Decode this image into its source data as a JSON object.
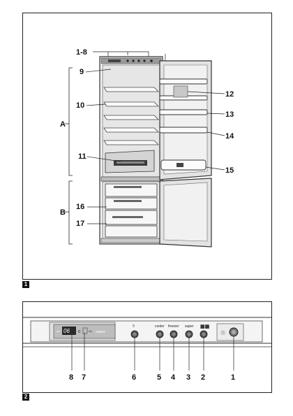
{
  "figure1": {
    "label": "1",
    "callouts": {
      "c1_8": "1-8",
      "c9": "9",
      "c10": "10",
      "c11": "11",
      "c12": "12",
      "c13": "13",
      "c14": "14",
      "c15": "15",
      "c16": "16",
      "c17": "17"
    },
    "sections": {
      "a": "A",
      "b": "B"
    }
  },
  "figure2": {
    "label": "2",
    "display": {
      "temp": "06",
      "unit": "c",
      "mode": "super"
    },
    "buttons": {
      "cooler": "cooler",
      "freezer": "freezer",
      "super": "super"
    },
    "callouts": {
      "c8": "8",
      "c7": "7",
      "c6": "6",
      "c5": "5",
      "c4": "4",
      "c3": "3",
      "c2": "2",
      "c1": "1"
    }
  }
}
